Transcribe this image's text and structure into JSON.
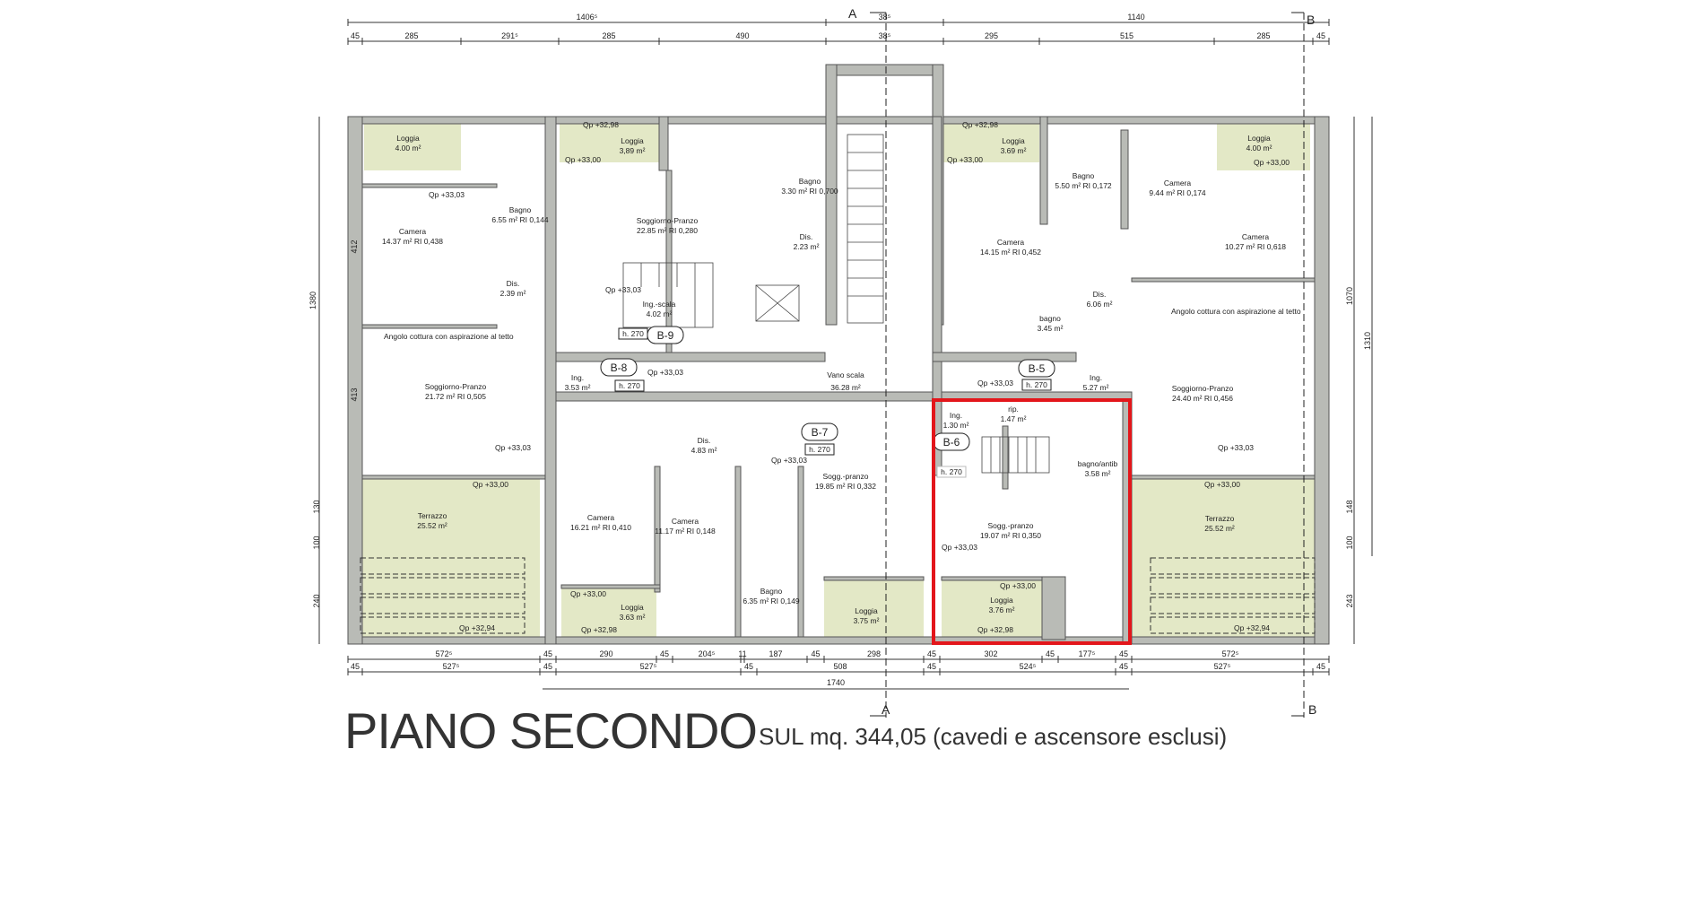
{
  "title": "PIANO SECONDO",
  "subtitle": "SUL  mq. 344,05  (cavedi e ascensore esclusi)",
  "colors": {
    "wall": "#b9bbb6",
    "terrace": "#e3e8c6",
    "highlight": "#e3161b"
  },
  "section_markers": [
    "A",
    "B"
  ],
  "top_dims": {
    "row1": [
      "1406⁵",
      "38⁵",
      "1140"
    ],
    "row2": [
      "45",
      "285",
      "291⁵",
      "285",
      "490",
      "38⁵",
      "295",
      "515",
      "285",
      "45"
    ]
  },
  "bottom_dims": {
    "row1": [
      "572⁵",
      "45",
      "290",
      "45",
      "204⁵",
      "11",
      "187",
      "45",
      "298",
      "45",
      "302",
      "45",
      "177⁵",
      "45",
      "572⁵"
    ],
    "row2": [
      "45",
      "527⁵",
      "45",
      "527⁵",
      "45",
      "508",
      "45",
      "524⁵",
      "45",
      "527⁵",
      "45"
    ],
    "row3": [
      "1740"
    ]
  },
  "side_dims": {
    "left": [
      "1380",
      "412",
      "413",
      "130",
      "100",
      "240"
    ],
    "right": [
      "1070",
      "1310",
      "148",
      "100",
      "243"
    ]
  },
  "units": [
    {
      "badge": "B-8",
      "height": "h. 270"
    },
    {
      "badge": "B-9",
      "height": "h. 270"
    },
    {
      "badge": "B-7",
      "height": "h. 270"
    },
    {
      "badge": "B-5",
      "height": "h. 270"
    },
    {
      "badge": "B-6",
      "height": "h. 270"
    }
  ],
  "rooms": [
    {
      "name": "Loggia",
      "area": "4.00 m²",
      "ri": ""
    },
    {
      "name": "Camera",
      "area": "14.37 m²",
      "ri": "RI 0,438"
    },
    {
      "name": "Bagno",
      "area": "6.55 m²",
      "ri": "RI 0,144"
    },
    {
      "name": "Dis.",
      "area": "2.39 m²",
      "ri": ""
    },
    {
      "name": "Soggiorno-Pranzo",
      "area": "21.72 m²",
      "ri": "RI 0,505"
    },
    {
      "name": "Terrazzo",
      "area": "25.52 m²",
      "ri": ""
    },
    {
      "name": "Ing.",
      "area": "3.53 m²",
      "ri": ""
    },
    {
      "name": "Loggia",
      "area": "3,89 m²",
      "ri": ""
    },
    {
      "name": "Soggiorno-Pranzo",
      "area": "22.85 m²",
      "ri": "RI 0,280"
    },
    {
      "name": "Ing.-scala",
      "area": "4.02 m²",
      "ri": ""
    },
    {
      "name": "Bagno",
      "area": "3.30 m²",
      "ri": "RI 0,700"
    },
    {
      "name": "Dis.",
      "area": "2.23 m²",
      "ri": ""
    },
    {
      "name": "Vano scala",
      "area": "36.28 m²",
      "ri": ""
    },
    {
      "name": "Dis.",
      "area": "4.83 m²",
      "ri": ""
    },
    {
      "name": "Camera",
      "area": "16.21 m²",
      "ri": "RI 0,410"
    },
    {
      "name": "Camera",
      "area": "11.17 m²",
      "ri": "RI 0,148"
    },
    {
      "name": "Bagno",
      "area": "6.35 m²",
      "ri": "RI 0,149"
    },
    {
      "name": "Sogg.-pranzo",
      "area": "19.85 m²",
      "ri": "RI 0,332"
    },
    {
      "name": "Loggia",
      "area": "3.63 m²",
      "ri": ""
    },
    {
      "name": "Loggia",
      "area": "3.75 m²",
      "ri": ""
    },
    {
      "name": "Loggia",
      "area": "3.69 m²",
      "ri": ""
    },
    {
      "name": "Camera",
      "area": "14.15 m²",
      "ri": "RI 0,452"
    },
    {
      "name": "Bagno",
      "area": "5.50 m²",
      "ri": "RI 0,172"
    },
    {
      "name": "Camera",
      "area": "9.44 m²",
      "ri": "RI 0,174"
    },
    {
      "name": "Loggia",
      "area": "4.00 m²",
      "ri": ""
    },
    {
      "name": "Camera",
      "area": "10.27 m²",
      "ri": "RI 0,618"
    },
    {
      "name": "bagno",
      "area": "3.45 m²",
      "ri": ""
    },
    {
      "name": "Dis.",
      "area": "6.06 m²",
      "ri": ""
    },
    {
      "name": "Ing.",
      "area": "5.27 m²",
      "ri": ""
    },
    {
      "name": "Soggiorno-Pranzo",
      "area": "24.40 m²",
      "ri": "RI 0,456"
    },
    {
      "name": "Terrazzo",
      "area": "25.52 m²",
      "ri": ""
    },
    {
      "name": "rip.",
      "area": "1.47 m²",
      "ri": ""
    },
    {
      "name": "Ing.",
      "area": "1.30 m²",
      "ri": ""
    },
    {
      "name": "bagno/antib",
      "area": "3.58 m²",
      "ri": ""
    },
    {
      "name": "Sogg.-pranzo",
      "area": "19.07 m²",
      "ri": "RI 0,350"
    },
    {
      "name": "Loggia",
      "area": "3.76 m²",
      "ri": ""
    }
  ],
  "notes": {
    "angolo": "Angolo cottura con aspirazione al tetto",
    "qp_3303": "Qp +33,03",
    "qp_3300": "Qp +33,00",
    "qp_3298": "Qp +32,98",
    "qp_3294": "Qp +32,94"
  }
}
